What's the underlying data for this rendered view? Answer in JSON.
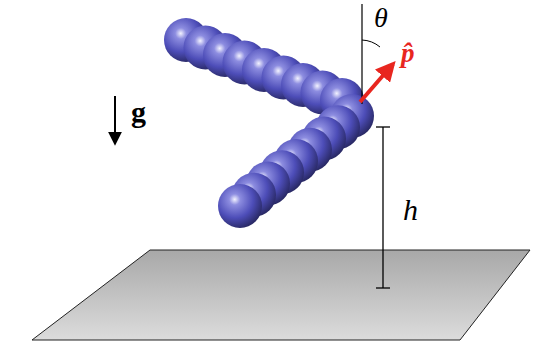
{
  "diagram": {
    "labels": [
      "θ",
      "p̂",
      "g",
      "h"
    ]
  }
}
